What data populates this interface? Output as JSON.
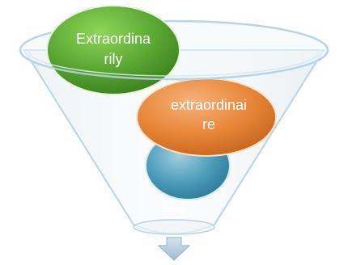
{
  "diagram": {
    "type": "funnel",
    "stages": [
      {
        "name": "green-stage",
        "label_lines": [
          "Extraordina",
          "rily"
        ],
        "color": "#5aa832"
      },
      {
        "name": "orange-stage",
        "label_lines": [
          "extraordinai",
          "re"
        ],
        "color": "#e98638"
      },
      {
        "name": "blue-stage",
        "label_lines": [],
        "color": "#4a9ab8"
      }
    ],
    "funnel_color": "#b9d4e2",
    "output_arrow_color": "#b8cfe0",
    "output_arrow_icon": "down-arrow-icon"
  }
}
